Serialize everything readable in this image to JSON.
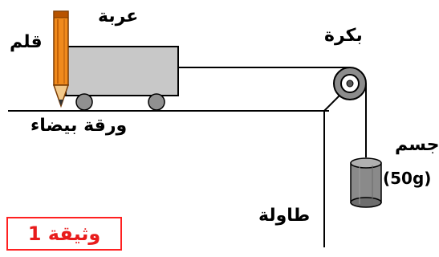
{
  "labels": {
    "cart": "عربة",
    "pen": "قلم",
    "pulley": "بكرة",
    "paper": "ورقة بيضاء",
    "mass_name": "جسم",
    "mass_value": "(50g)",
    "table": "طاولة"
  },
  "document_label": "وثيقة 1",
  "colors": {
    "pen_body": "#f08a1c",
    "pen_stripe": "#b85400",
    "cart_fill": "#c8c8c8",
    "wheel_fill": "#909090",
    "mass_fill": "#8a8a8a",
    "document_border": "#ff2020",
    "document_text": "#e81c1c"
  }
}
